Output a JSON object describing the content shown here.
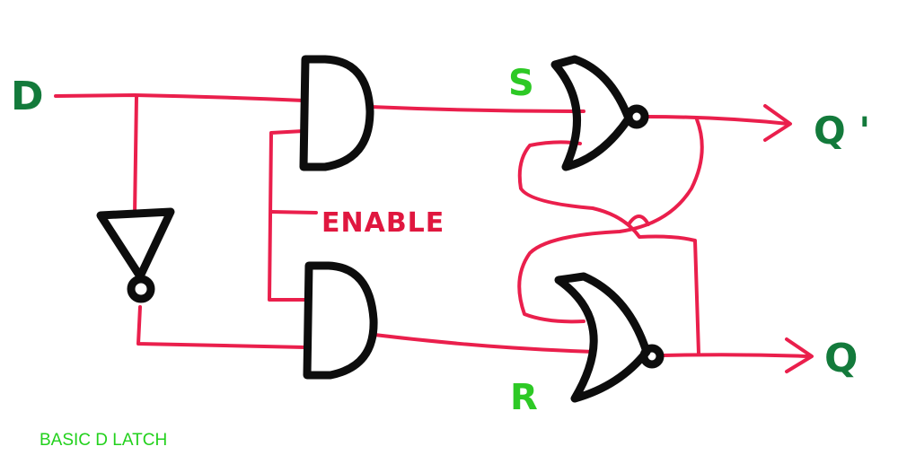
{
  "colors": {
    "wire": "#ea1f4c",
    "gate": "#0d0d0d",
    "io_label": "#137a3b",
    "sr_label": "#2dc925",
    "enable_label": "#e0173f",
    "caption": "#22d11c"
  },
  "labels": {
    "input_d": "D",
    "output_q_bar": "Q '",
    "output_q": "Q",
    "set": "S",
    "reset": "R",
    "enable": "ENABLE"
  },
  "caption": "BASIC D LATCH"
}
